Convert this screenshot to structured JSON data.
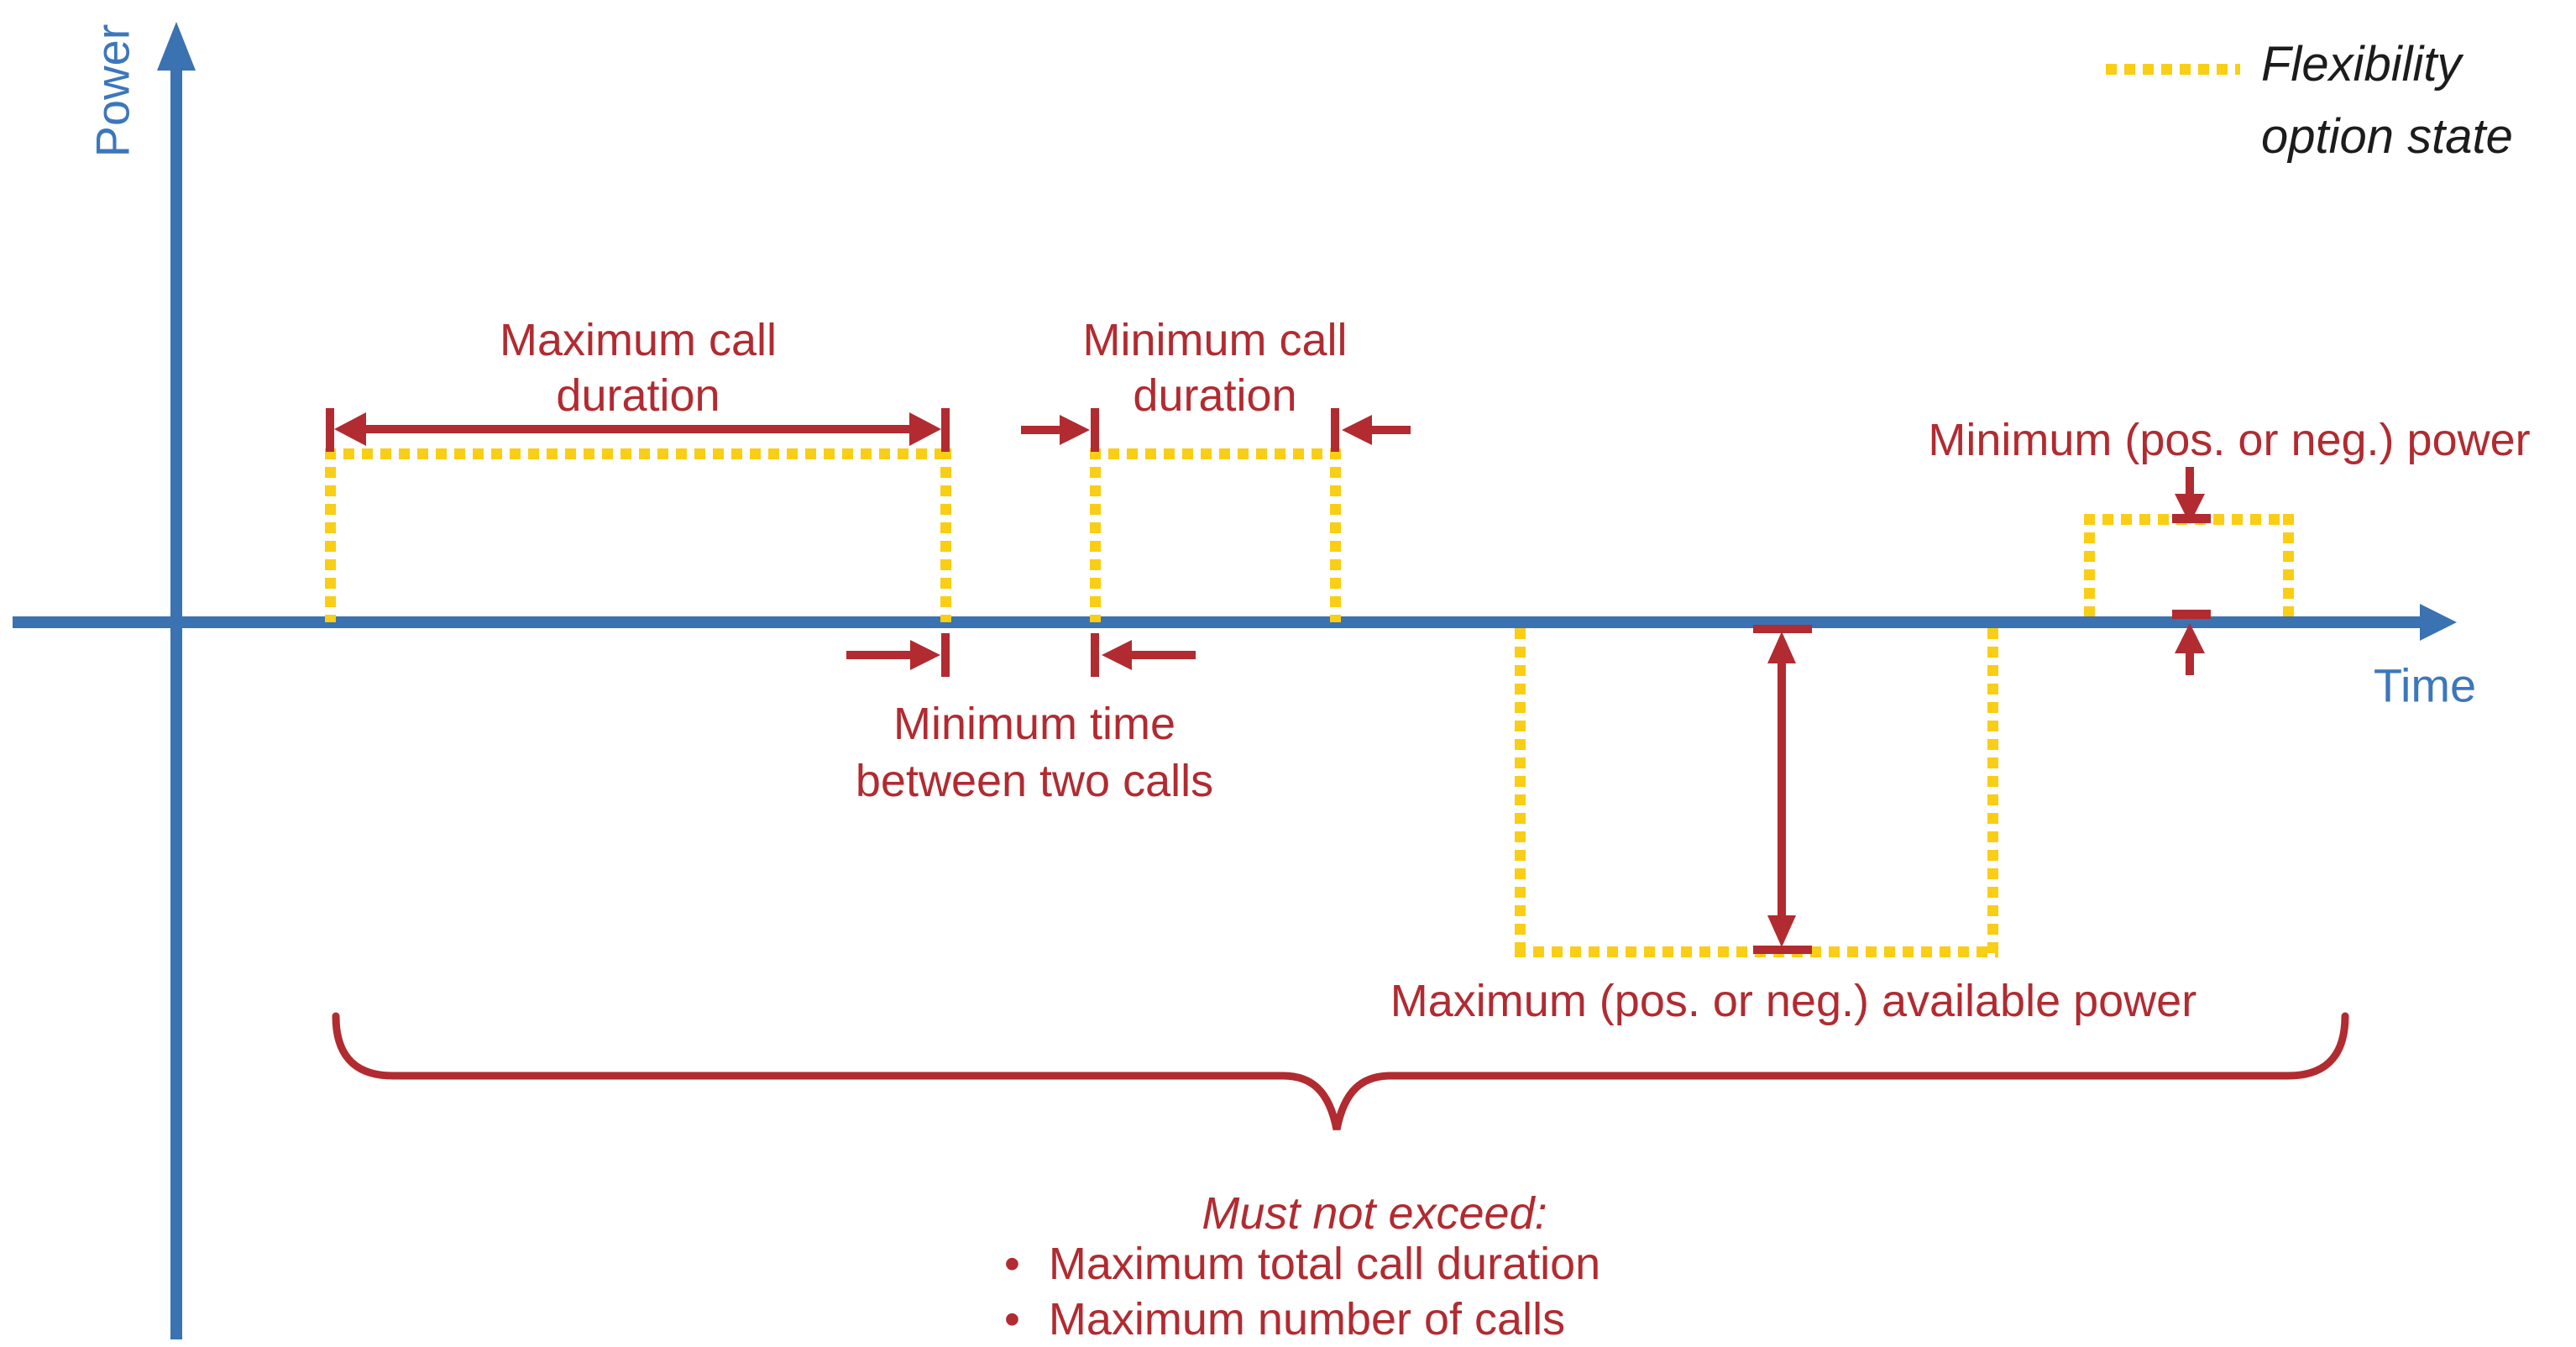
{
  "colors": {
    "axis_blue": "#3A72B2",
    "label_blue": "#3C77BC",
    "annotation_red": "#B12B31",
    "state_yellow": "#F9CE14",
    "legend_text": "#1C1C1C"
  },
  "axes": {
    "y_label": "Power",
    "x_label": "Time"
  },
  "legend": {
    "swatch_icon": "yellow-dotted-line",
    "label_line1": "Flexibility",
    "label_line2": "option state"
  },
  "annotations": {
    "max_call_duration": {
      "line1": "Maximum call",
      "line2": "duration"
    },
    "min_call_duration": {
      "line1": "Minimum call",
      "line2": "duration"
    },
    "min_time_between": {
      "line1": "Minimum time",
      "line2": "between two calls"
    },
    "min_power": {
      "text": "Minimum (pos. or neg.) power"
    },
    "max_available_power": {
      "text": "Maximum (pos. or neg.) available power"
    },
    "must_not_exceed": {
      "title": "Must not exceed:",
      "bullet_char": "•",
      "bullets": [
        {
          "label": "Maximum total call duration"
        },
        {
          "label": "Maximum number of calls"
        }
      ]
    }
  }
}
